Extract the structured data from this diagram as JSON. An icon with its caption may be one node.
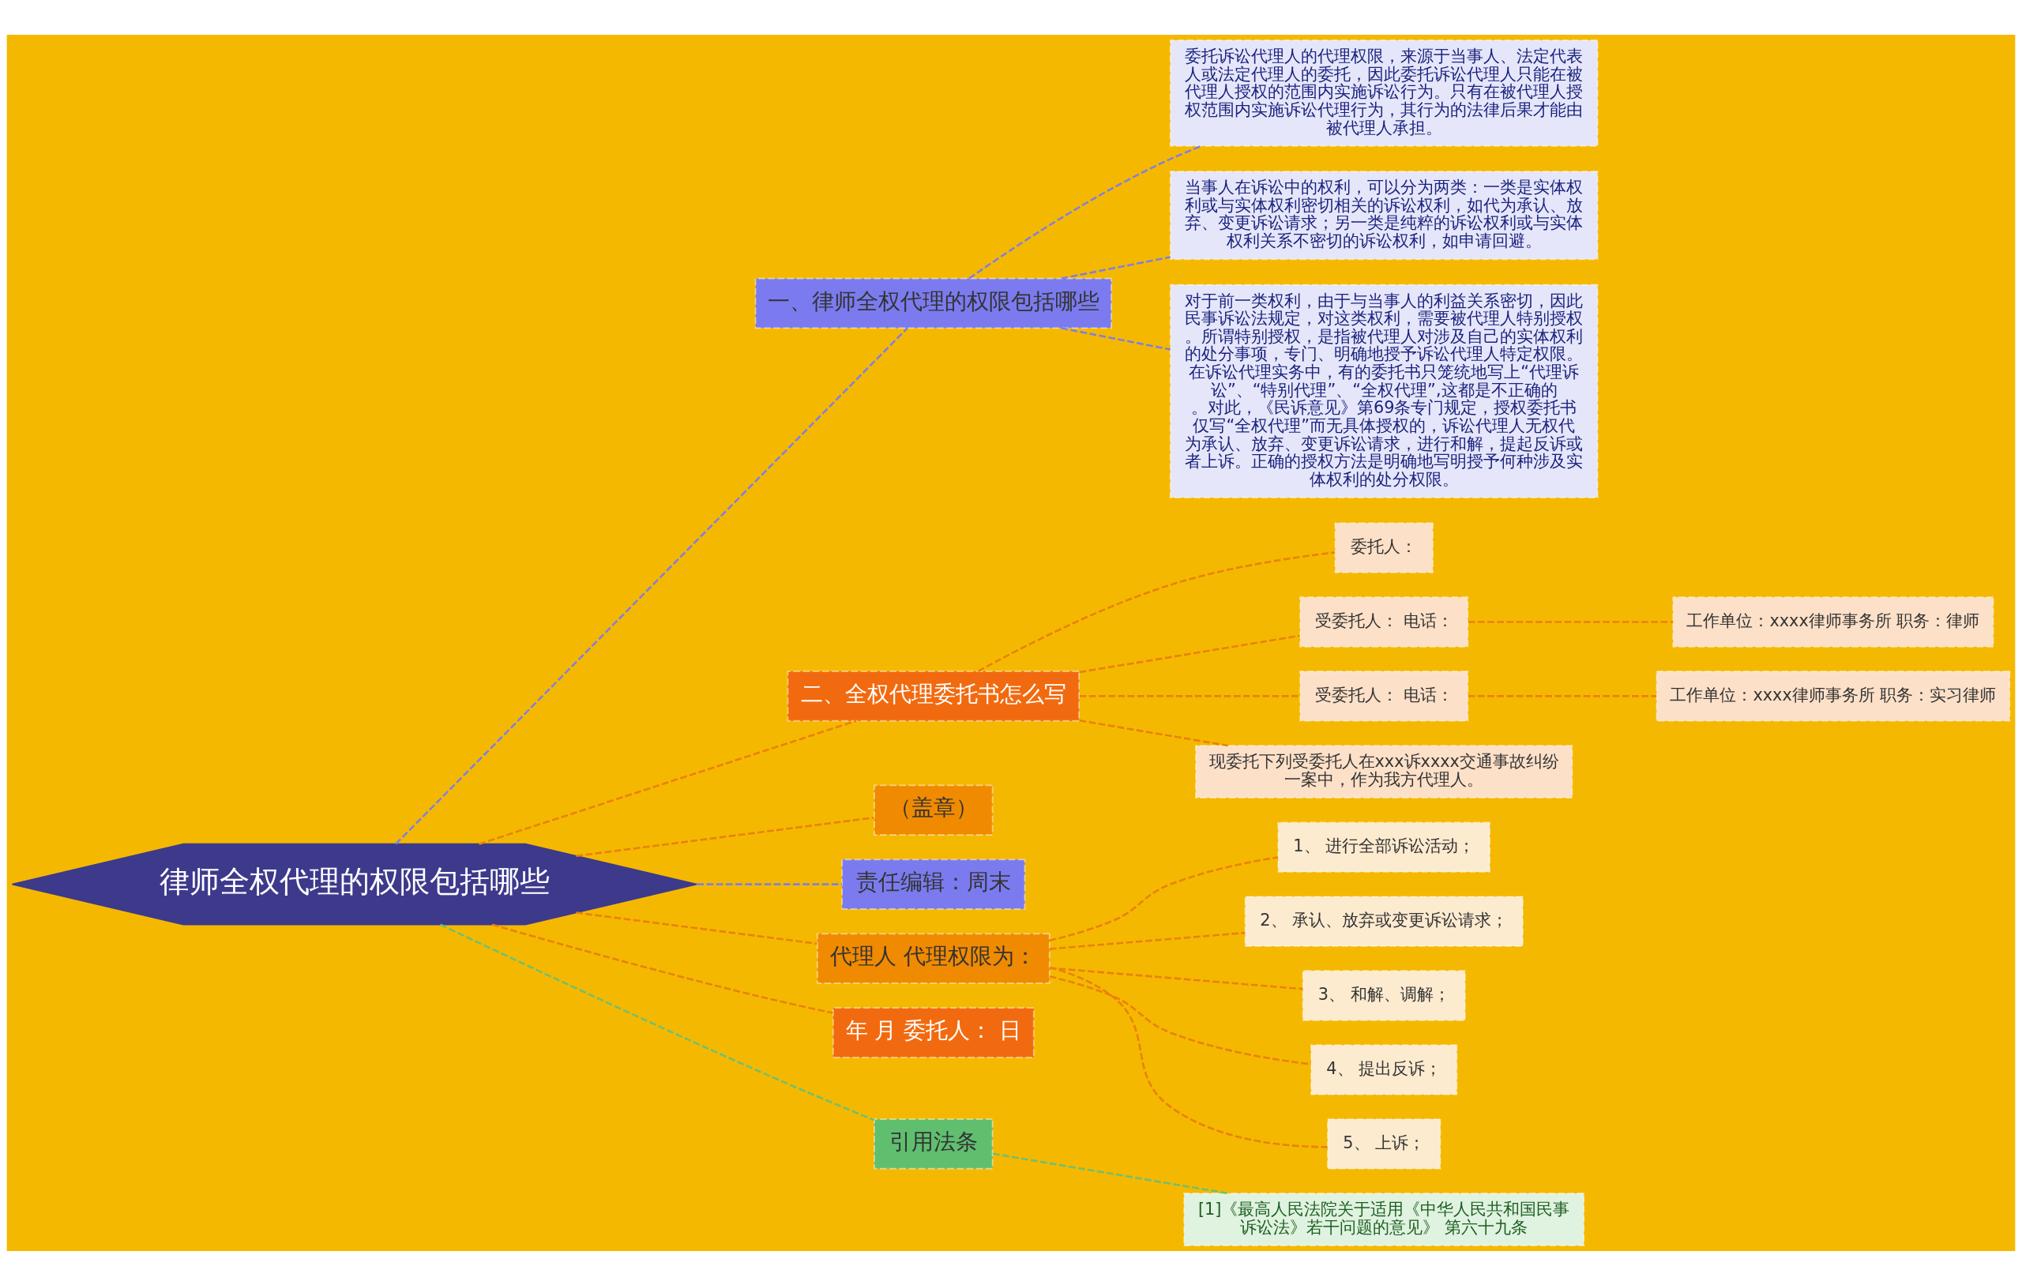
{
  "diagram": {
    "nodes": [
      {
        "text": [
          "律师全权代理的权限包括哪些"
        ]
      },
      {
        "text": [
          "一、律师全权代理的权限包括哪些"
        ]
      },
      {
        "text": [
          "委托诉讼代理人的代理权限，来源于当事人、法定代表人或法定代理人的委托，因此委托诉讼代理人只能在被代理人授权的范围内实施诉讼行为。只有在被代理人授权范围内实施诉讼代理行为，其行为的法律后果才能由被代理人承担。"
        ]
      },
      {
        "text": [
          "当事人在诉讼中的权利，可以分为两类：一类是实体权利或与实体权利密切相关的诉讼权利，如代为承认、放弃、变更诉讼请求；另一类是纯粹的诉讼权利或与实体权利关系不密切的诉讼权利，如申请回避。"
        ]
      },
      {
        "text": [
          "对于前一类权利，由于与当事人的利益关系密切，因此民事诉讼法规定，对这类权利，需要被代理人特别授权。所谓特别授权，是指被代理人对涉及自己的实体权利的处分事项，专门、明确地授予诉讼代理人特定权限。在诉讼代理实务中，有的委托书只笼统地写上“代理诉讼”、“特别代理”、“全权代理”,这都是不正确的。对此，《民诉意见》第69条专门规定，授权委托书仅写“全权代理”而无具体授权的，诉讼代理人无权代为承认、放弃、变更诉讼请求，进行和解，提起反诉或者上诉。正确的授权方法是明确地写明授予何种涉及实体权利的处分权限。"
        ]
      },
      {
        "text": [
          "二、全权代理委托书怎么写"
        ]
      },
      {
        "text": [
          "委托人："
        ]
      },
      {
        "text": [
          "受委托人： 电话："
        ]
      },
      {
        "text": [
          "工作单位：xxxx律师事务所 职务：律师"
        ]
      },
      {
        "text": [
          "受委托人： 电话："
        ]
      },
      {
        "text": [
          "工作单位：xxxx律师事务所 职务：实习律师"
        ]
      },
      {
        "text": [
          "现委托下列受委托人在xxx诉xxxx交通事故纠纷一案中，作为我方代理人。"
        ]
      },
      {
        "text": [
          "（盖章）"
        ]
      },
      {
        "text": [
          "责任编辑：周末"
        ]
      },
      {
        "text": [
          "代理人 代理权限为："
        ]
      },
      {
        "text": [
          "1、 进行全部诉讼活动；"
        ]
      },
      {
        "text": [
          "2、 承认、放弃或变更诉讼请求；"
        ]
      },
      {
        "text": [
          "3、 和解、调解；"
        ]
      },
      {
        "text": [
          "4、 提出反诉；"
        ]
      },
      {
        "text": [
          "5、 上诉；"
        ]
      },
      {
        "text": [
          "年 月 委托人： 日"
        ]
      },
      {
        "text": [
          "引用法条"
        ]
      },
      {
        "text": [
          "[1]《最高人民法院关于适用《中华人民共和国民事诉讼法》若干问题的意见》 第六十九条"
        ]
      }
    ],
    "edges": [
      {
        "from": 0,
        "to": 1,
        "arrow": "none",
        "style": "dashed",
        "color": "#8080e0"
      },
      {
        "from": 1,
        "to": 2,
        "arrow": "none",
        "style": "dashed",
        "color": "#8080e0"
      },
      {
        "from": 1,
        "to": 3,
        "arrow": "none",
        "style": "dashed",
        "color": "#8080e0"
      },
      {
        "from": 1,
        "to": 4,
        "arrow": "none",
        "style": "dashed",
        "color": "#8080e0"
      },
      {
        "from": 0,
        "to": 5,
        "arrow": "none",
        "style": "dashed"
      },
      {
        "from": 5,
        "to": 6,
        "arrow": "none",
        "style": "dashed"
      },
      {
        "from": 5,
        "to": 7,
        "arrow": "none",
        "style": "dashed"
      },
      {
        "from": 7,
        "to": 8,
        "arrow": "none",
        "style": "dashed"
      },
      {
        "from": 5,
        "to": 9,
        "arrow": "none",
        "style": "dashed"
      },
      {
        "from": 9,
        "to": 10,
        "arrow": "none",
        "style": "dashed"
      },
      {
        "from": 5,
        "to": 11,
        "arrow": "none",
        "style": "dashed"
      },
      {
        "from": 0,
        "to": 12,
        "arrow": "none",
        "style": "dashed"
      },
      {
        "from": 0,
        "to": 13,
        "arrow": "none",
        "style": "dashed",
        "color": "#8080e0"
      },
      {
        "from": 0,
        "to": 14,
        "arrow": "none",
        "style": "dashed"
      },
      {
        "from": 14,
        "to": 15,
        "arrow": "none",
        "style": "dashed"
      },
      {
        "from": 14,
        "to": 16,
        "arrow": "none",
        "style": "dashed"
      },
      {
        "from": 14,
        "to": 17,
        "arrow": "none",
        "style": "dashed"
      },
      {
        "from": 14,
        "to": 18,
        "arrow": "none",
        "style": "dashed"
      },
      {
        "from": 14,
        "to": 19,
        "arrow": "none",
        "style": "dashed"
      },
      {
        "from": 0,
        "to": 20,
        "arrow": "none",
        "style": "dashed"
      },
      {
        "from": 0,
        "to": 21,
        "arrow": "none",
        "style": "dashed",
        "color": "#70c070"
      },
      {
        "from": 21,
        "to": 22,
        "arrow": "none",
        "style": "dashed",
        "color": "#70c070"
      }
    ]
  }
}
